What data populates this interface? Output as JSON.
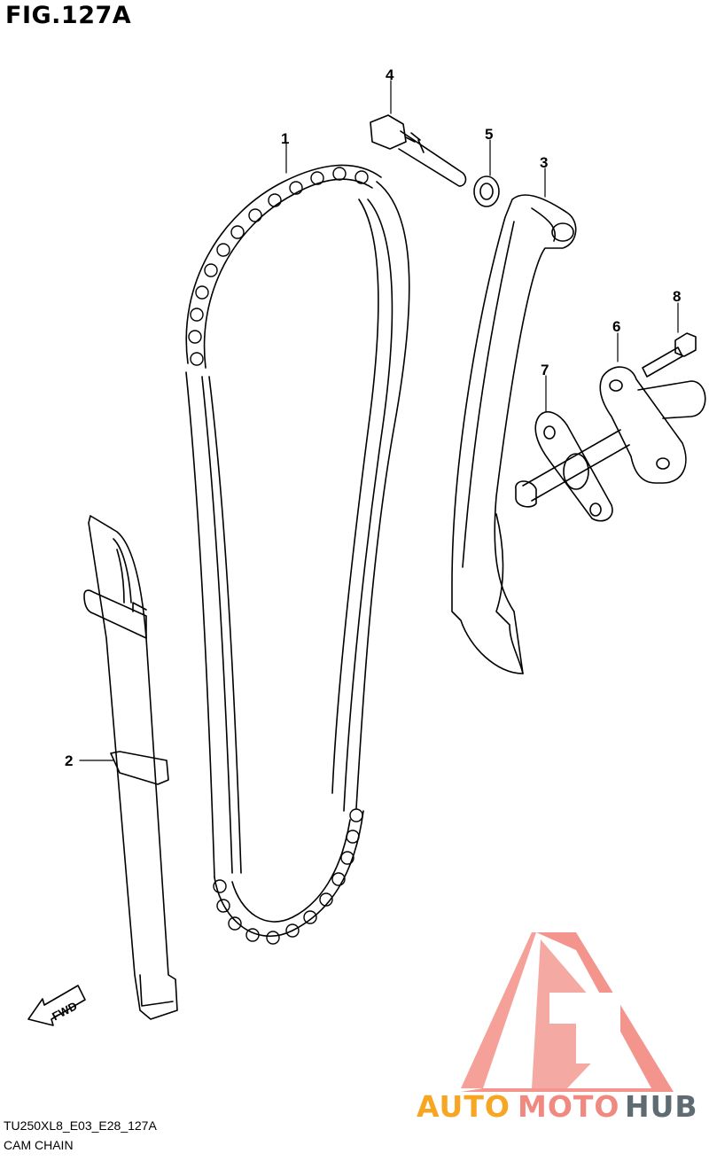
{
  "figure": {
    "title": "FIG.127A",
    "code": "TU250XL8_E03_E28_127A",
    "name": "CAM CHAIN"
  },
  "callouts": [
    "1",
    "2",
    "3",
    "4",
    "5",
    "6",
    "7",
    "8"
  ],
  "direction_label": "FWD",
  "watermark": {
    "part1": "AUTO",
    "part2": "MOTO",
    "part3": "HUB",
    "color_orange": "#f6a623",
    "color_red": "#f08a80",
    "color_gray": "#5f6b73"
  }
}
